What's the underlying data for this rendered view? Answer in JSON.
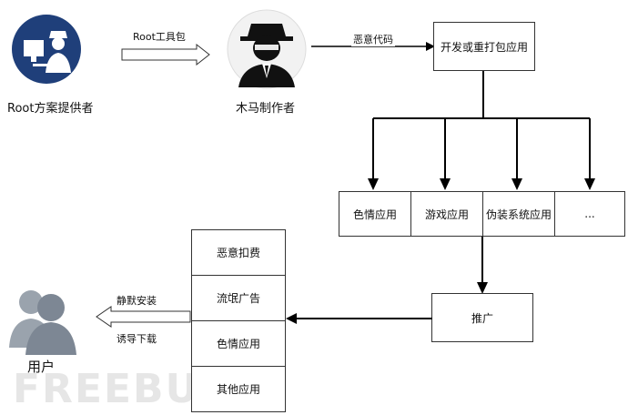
{
  "nodes": {
    "root_provider": "Root方案提供者",
    "trojan_maker": "木马制作者",
    "dev_repack": "开发或重打包应用",
    "promote": "推广",
    "user": "用户"
  },
  "edges": {
    "root_tool": "Root工具包",
    "malicious_code": "恶意代码",
    "silent_install": "静默安装",
    "lure_download": "诱导下载"
  },
  "app_types": [
    "色情应用",
    "游戏应用",
    "伪装系统应用",
    "..."
  ],
  "malicious_behaviors": [
    "恶意扣费",
    "流氓广告",
    "色情应用",
    "其他应用"
  ],
  "watermark": "FREEBUF",
  "colors": {
    "hacker_circle": "#1f3f7a",
    "user_icon": "#7d8794",
    "line": "#000000"
  }
}
